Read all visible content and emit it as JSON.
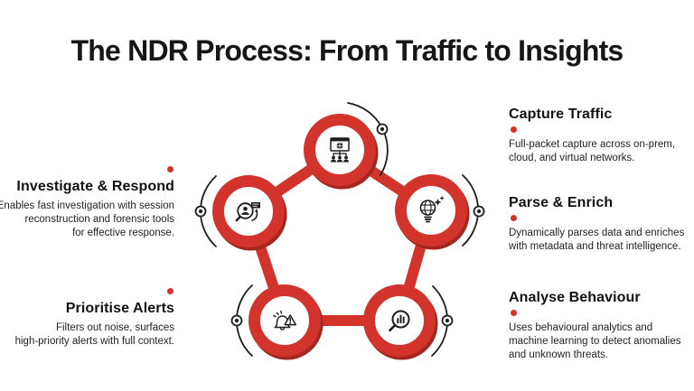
{
  "title": "The NDR Process: From Traffic to Insights",
  "colors": {
    "accent_red": "#d2342c",
    "shadow_red": "#a3261f",
    "ink": "#1d1d1b"
  },
  "steps": [
    {
      "id": "capture-traffic",
      "label": "Capture Traffic",
      "description": "Full-packet capture across on-prem,\ncloud, and virtual networks.",
      "icon": "screen-network-users-icon",
      "side": "right"
    },
    {
      "id": "parse-enrich",
      "label": "Parse & Enrich",
      "description": "Dynamically parses data and enriches\nwith metadata and threat intelligence.",
      "icon": "globe-lightbulb-icon",
      "side": "right"
    },
    {
      "id": "analyse-behaviour",
      "label": "Analyse Behaviour",
      "description": "Uses behavioural analytics and\nmachine learning to detect anomalies\nand unknown threats.",
      "icon": "magnifier-bar-chart-icon",
      "side": "right"
    },
    {
      "id": "prioritise-alerts",
      "label": "Prioritise Alerts",
      "description": "Filters out noise, surfaces\nhigh-priority alerts with full context.",
      "icon": "alert-bell-warning-icon",
      "side": "left"
    },
    {
      "id": "investigate-respond",
      "label": "Investigate & Respond",
      "description": "Enables fast investigation with session\nreconstruction and forensic tools\nfor effective response.",
      "icon": "magnifier-user-arrow-icon",
      "side": "left"
    }
  ]
}
